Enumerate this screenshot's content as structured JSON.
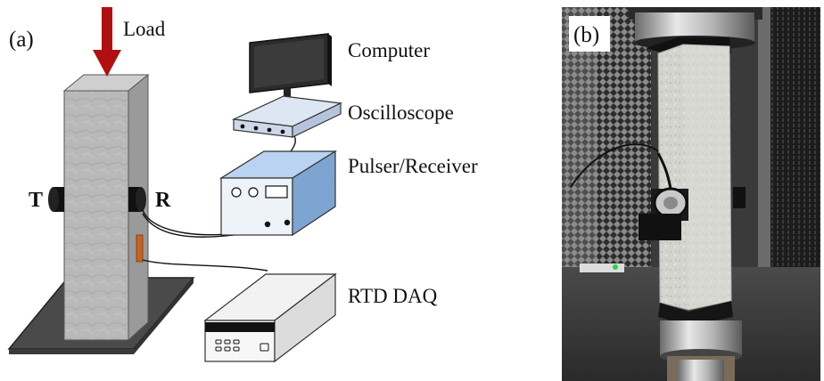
{
  "panel_a": {
    "label": "(a)",
    "load_label": "Load",
    "transmitter_label": "T",
    "receiver_label": "R",
    "computer_label": "Computer",
    "oscilloscope_label": "Oscilloscope",
    "pulser_label": "Pulser/Receiver",
    "daq_label": "RTD DAQ"
  },
  "panel_b": {
    "label": "(b)"
  },
  "colors": {
    "load_arrow": "#b01010",
    "pulser_front": "#eef3fa",
    "pulser_top": "#b9d3f0",
    "pulser_side": "#7ea5d2",
    "oscilloscope_body": "#dde6f3",
    "daq_body": "#f2f2f2",
    "base_plate": "#4a4a4a",
    "specimen": "#b8b8b8",
    "rtd_sensor": "#c8641e"
  }
}
